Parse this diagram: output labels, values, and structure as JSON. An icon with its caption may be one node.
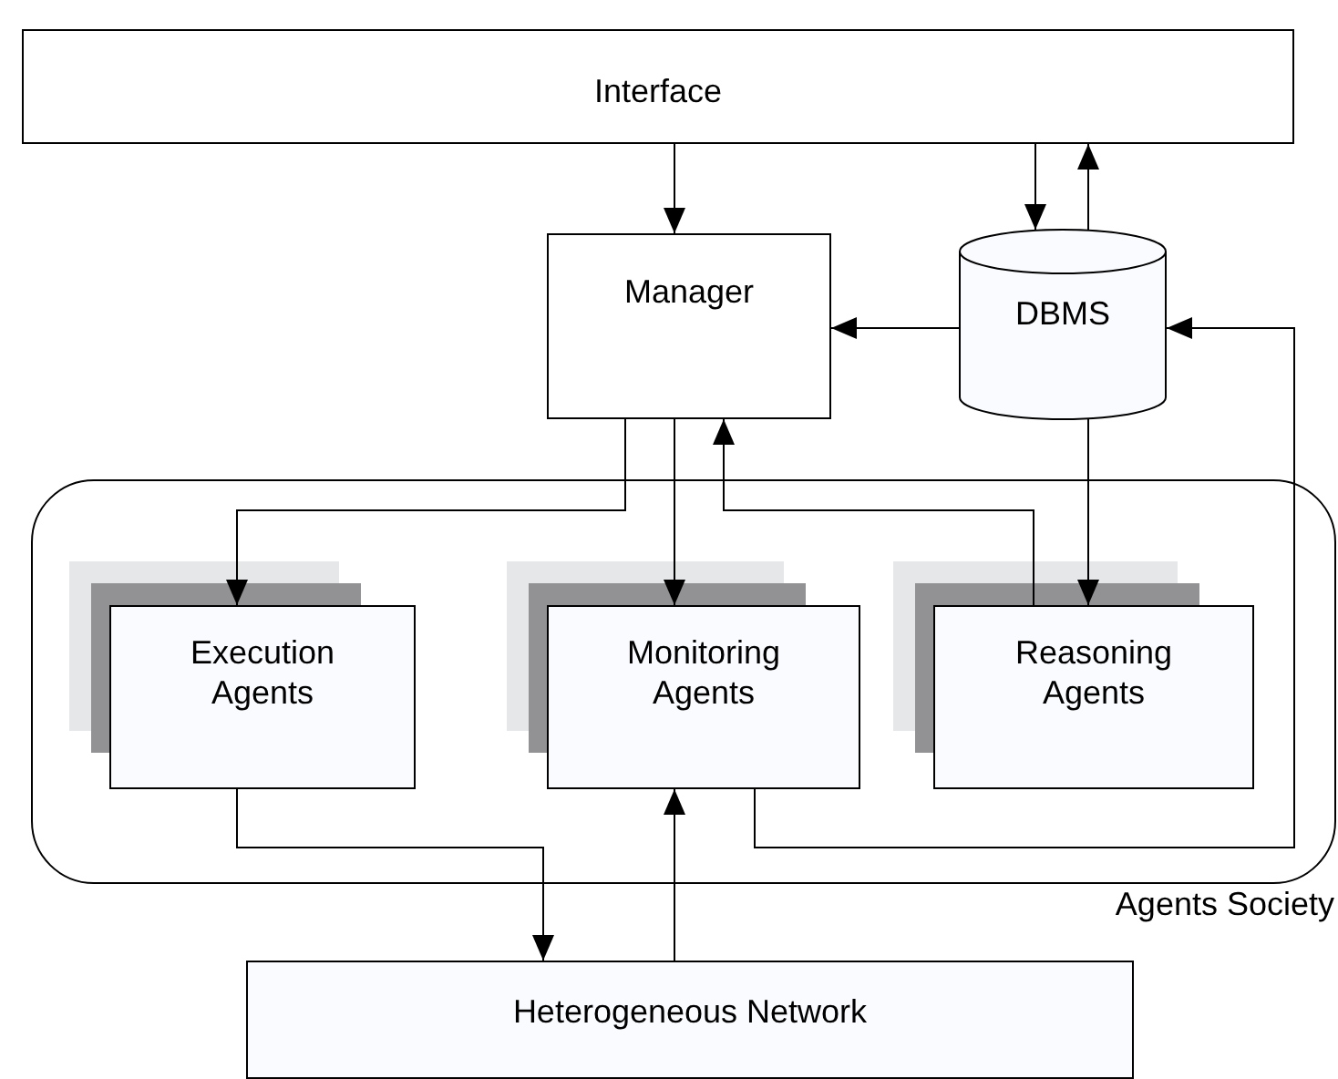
{
  "diagram": {
    "nodes": [
      {
        "text": [
          "Interface"
        ]
      },
      {
        "text": [
          "Manager"
        ]
      },
      {
        "text": [
          "DBMS"
        ]
      },
      {
        "text": [
          "Agents Society"
        ]
      },
      {
        "text": [
          "Execution Agents"
        ],
        "in": 3
      },
      {
        "text": [
          "Monitoring Agents"
        ],
        "in": 3
      },
      {
        "text": [
          "Reasoning Agents"
        ],
        "in": 3
      },
      {
        "text": [
          "Heterogeneous Network"
        ]
      }
    ],
    "edges": [
      {
        "from": 0,
        "to": 1,
        "arrow": "to"
      },
      {
        "from": 0,
        "to": 2,
        "arrow": "to"
      },
      {
        "from": 2,
        "to": 0,
        "arrow": "to"
      },
      {
        "from": 2,
        "to": 1,
        "arrow": "to"
      },
      {
        "from": 1,
        "to": 4,
        "arrow": "to"
      },
      {
        "from": 1,
        "to": 5,
        "arrow": "to"
      },
      {
        "from": 6,
        "to": 1,
        "arrow": "to"
      },
      {
        "from": 2,
        "to": 6,
        "arrow": "to"
      },
      {
        "from": 4,
        "to": 7,
        "arrow": "to"
      },
      {
        "from": 7,
        "to": 5,
        "arrow": "to"
      },
      {
        "from": 5,
        "to": 2,
        "arrow": "to"
      }
    ]
  }
}
